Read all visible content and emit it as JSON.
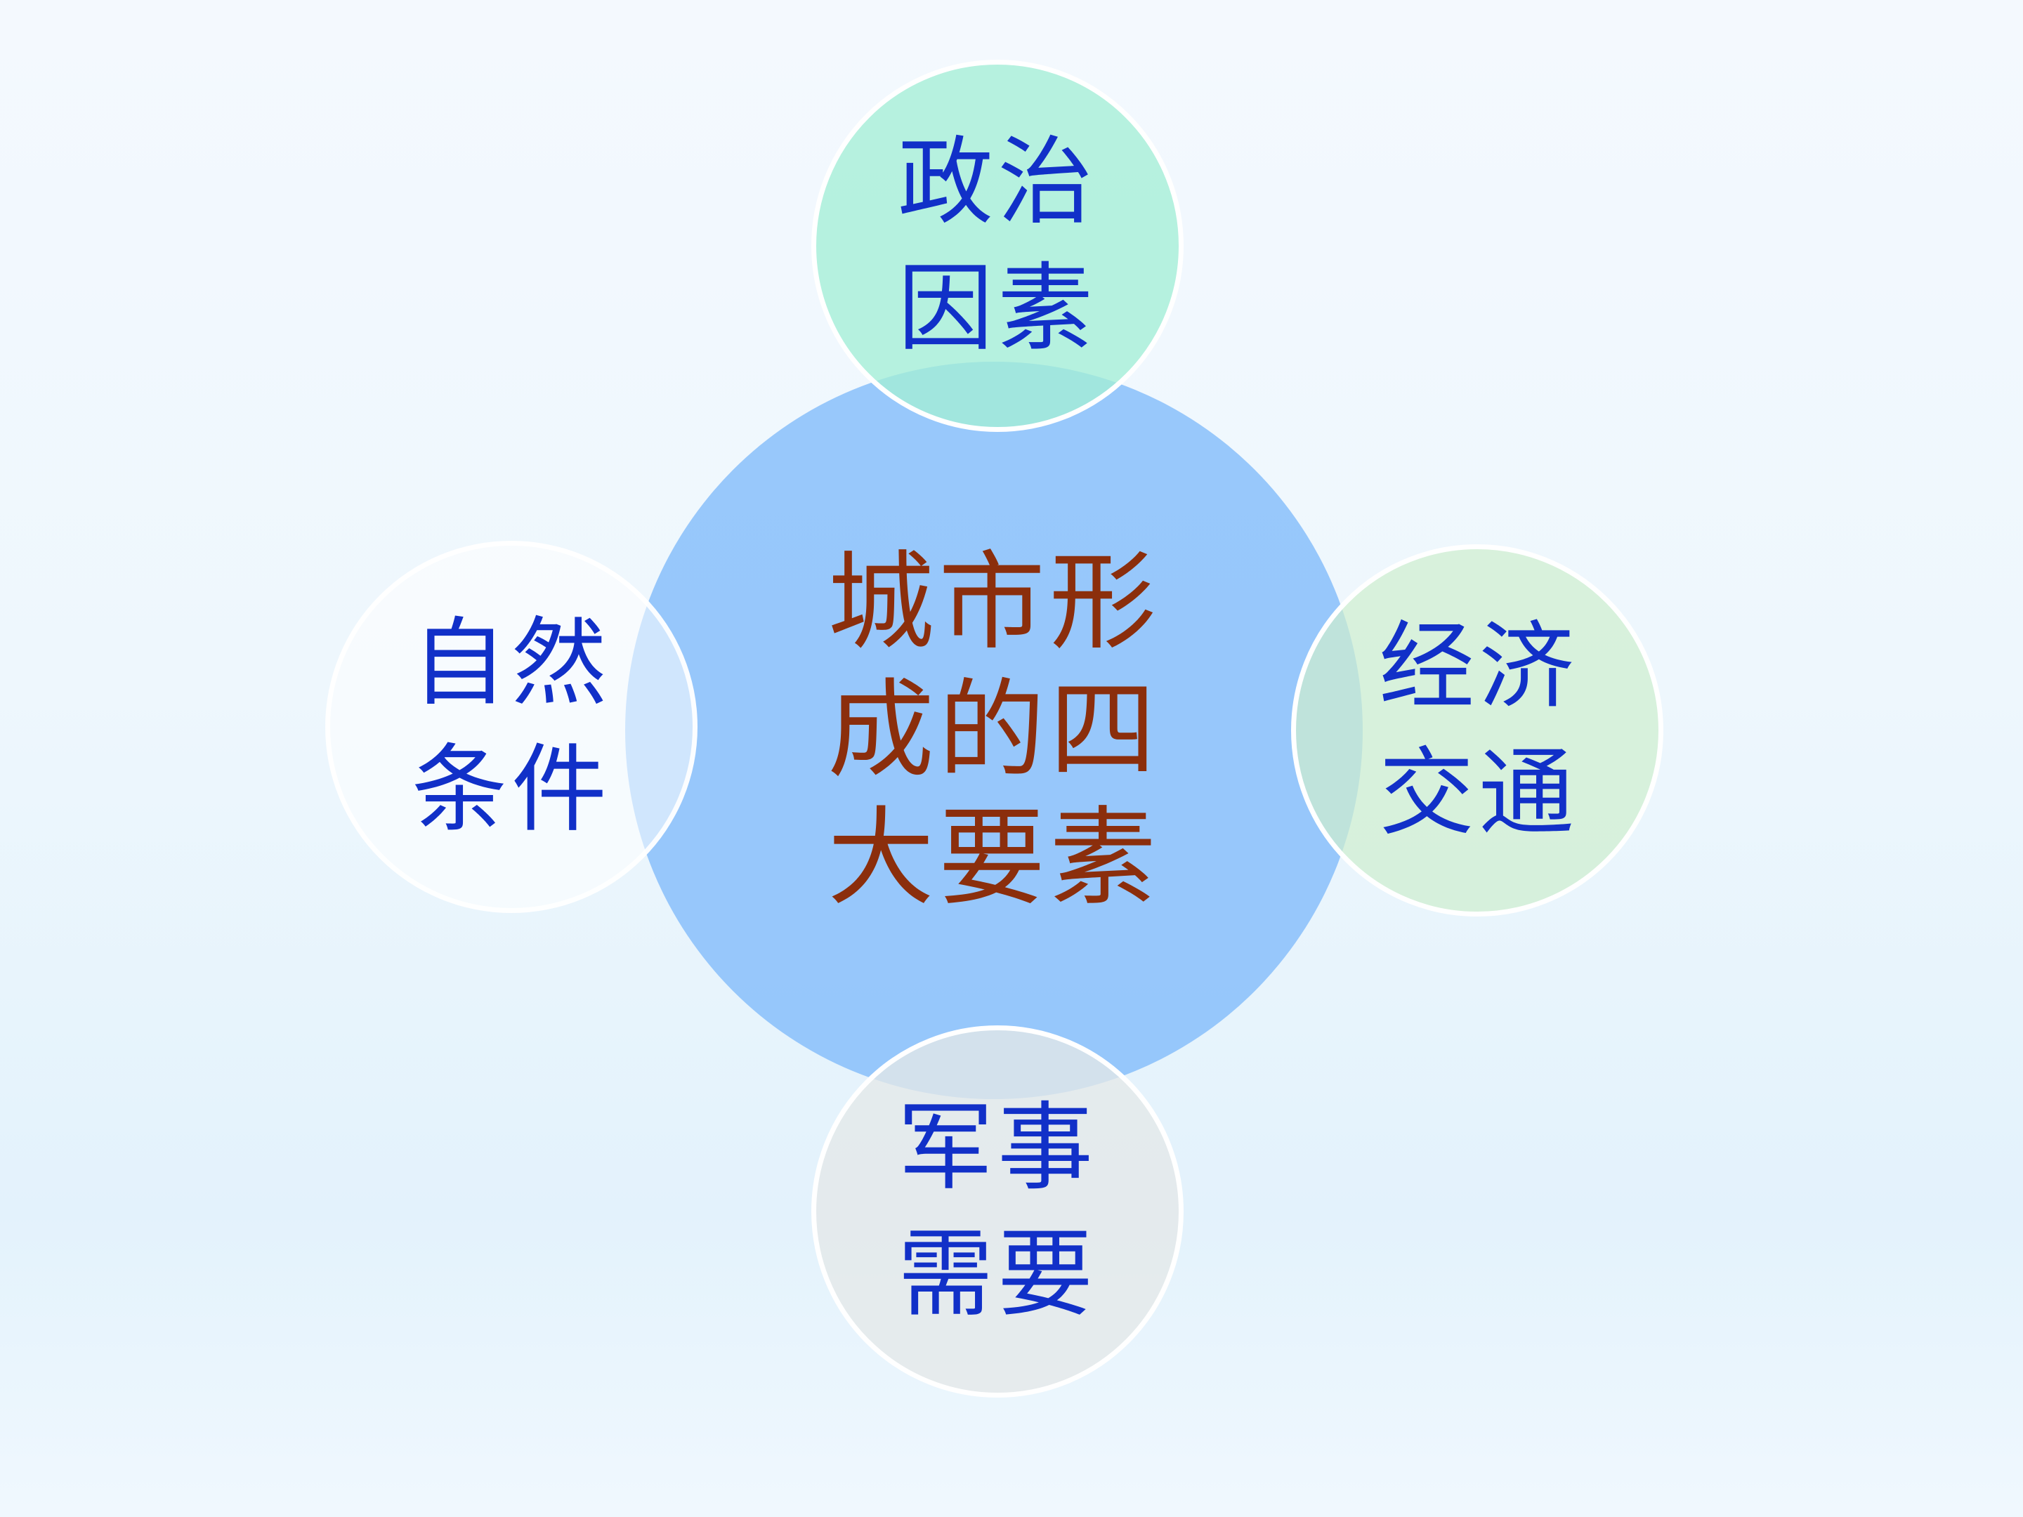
{
  "center": {
    "label": "城市形\n成的四\n大要素"
  },
  "factors": {
    "top": "政治\n因素",
    "left": "自然\n条件",
    "right": "经济\n交通",
    "bottom": "军事\n需要"
  },
  "colors": {
    "center_circle": "#8bc0fa",
    "center_text": "#8b2e0c",
    "factor_text": "#1130c8",
    "top_circle": "#a4eed6",
    "left_circle": "#ffffff",
    "right_circle": "#ceeece",
    "bottom_circle": "#e4e8e8"
  }
}
